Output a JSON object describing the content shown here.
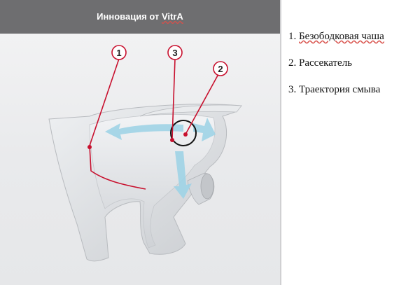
{
  "title": {
    "prefix": "Инновация от ",
    "brand": "VitrA"
  },
  "legend": [
    {
      "num": "1.",
      "label": "Безободковая чаша"
    },
    {
      "num": "2.",
      "label": "Рассекатель"
    },
    {
      "num": "3.",
      "label": "Траектория смыва"
    }
  ],
  "callouts": [
    "1",
    "3",
    "2"
  ],
  "colors": {
    "title_bar": "#6e6e70",
    "callout_line": "#c8102e",
    "flow_arrow": "#9fd3e6",
    "ceramic": "#d7d9dc"
  }
}
